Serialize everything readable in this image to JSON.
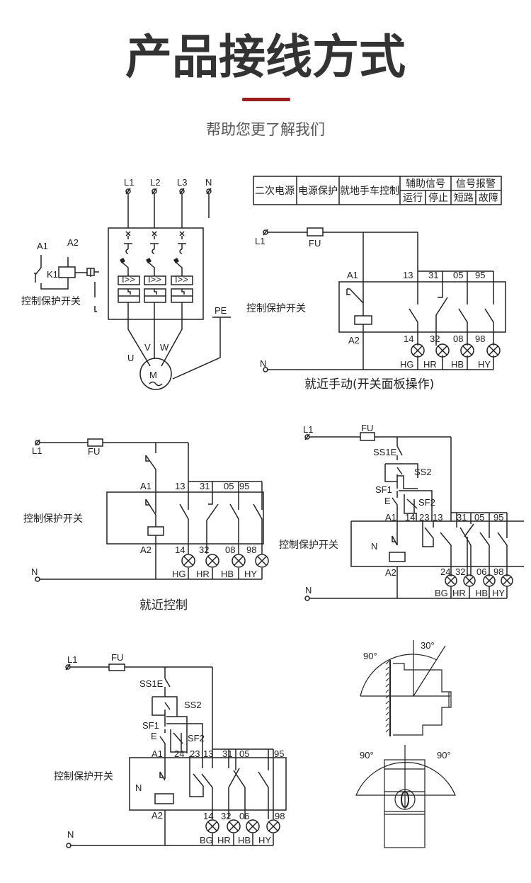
{
  "header": {
    "title": "产品接线方式",
    "subtitle": "帮助您更了解我们",
    "accent_color": "#9b1c1c"
  },
  "d1": {
    "L1": "L1",
    "L2": "L2",
    "L3": "L3",
    "N": "N",
    "A1": "A1",
    "A2": "A2",
    "K1": "K1",
    "L": "L",
    "label": "控制保护开关",
    "PE": "PE",
    "U": "U",
    "V": "V",
    "W": "W",
    "M": "M"
  },
  "table": {
    "c1": "二次电源",
    "c2": "电源保护",
    "c3": "就地手车控制",
    "c4": "辅助信号",
    "c4a": "运行",
    "c4b": "停止",
    "c5": "信号报警",
    "c5a": "短路",
    "c5b": "故障"
  },
  "d2": {
    "L1": "L1",
    "FU": "FU",
    "N": "N",
    "A1": "A1",
    "A2": "A2",
    "label": "控制保护开关",
    "top": [
      "13",
      "31",
      "05",
      "95"
    ],
    "bottom": [
      "14",
      "32",
      "08",
      "98"
    ],
    "lamps": [
      "HG",
      "HR",
      "HB",
      "HY"
    ],
    "caption": "就近手动(开关面板操作)"
  },
  "d3": {
    "L1": "L1",
    "FU": "FU",
    "N": "N",
    "A1": "A1",
    "A2": "A2",
    "label": "控制保护开关",
    "top": [
      "13",
      "31",
      "05",
      "95"
    ],
    "bottom": [
      "14",
      "32",
      "08",
      "98"
    ],
    "lamps": [
      "HG",
      "HR",
      "HB",
      "HY"
    ],
    "caption": "就近控制"
  },
  "d4": {
    "L1": "L1",
    "FU": "FU",
    "N": "N",
    "Nin": "N",
    "A1": "A1",
    "A2": "A2",
    "SS1": "SS1E",
    "SS2": "SS2",
    "SF1": "SF1",
    "E": "E",
    "SF2": "SF2",
    "label": "控制保护开关",
    "top": [
      "14",
      "23",
      "13",
      "31",
      "05",
      "95"
    ],
    "bottom": [
      "24",
      "32",
      "06",
      "98"
    ],
    "lamps": [
      "BG",
      "HR",
      "HB",
      "HY"
    ]
  },
  "d5": {
    "L1": "L1",
    "FU": "FU",
    "N": "N",
    "Nin": "N",
    "A1": "A1",
    "A2": "A2",
    "SS1": "SS1E",
    "SS2": "SS2",
    "SF1": "SF1",
    "E": "E",
    "SF2": "SF2",
    "label": "控制保护开关",
    "top": [
      "24",
      "23",
      "13",
      "31",
      "05",
      "95"
    ],
    "bottom": [
      "14",
      "32",
      "06",
      "98"
    ],
    "lamps": [
      "BG",
      "HR",
      "HB",
      "HY"
    ]
  },
  "mount": {
    "a30": "30°",
    "a90a": "90°",
    "a90b": "90°",
    "a90c": "90°"
  }
}
